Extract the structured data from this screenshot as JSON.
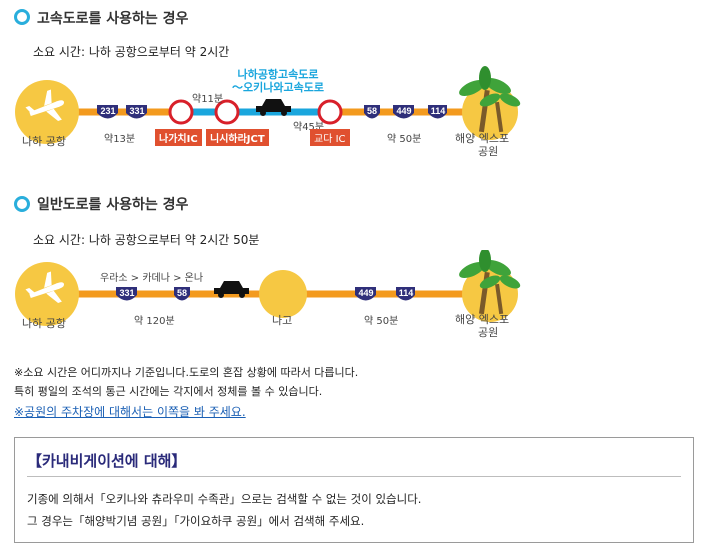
{
  "highway": {
    "title": "고속도로를 사용하는 경우",
    "time": "소요 시간: 나하 공항으로부터 약 2시간",
    "origin": "나하 공항",
    "dest_line1": "해양 엑스포",
    "dest_line2": "공원",
    "route_roads_left": [
      "231",
      "331"
    ],
    "route_roads_right": [
      "58",
      "449",
      "114"
    ],
    "time_left": "약13분",
    "time_top": "약11분",
    "time_mid": "약45분",
    "time_right": "약 50분",
    "expressway_line1": "나하공항고속도로",
    "expressway_line2": "〜오키나와고속도로",
    "ic_labels": [
      "나가치IC",
      "니시하라JCT",
      "교다 IC"
    ]
  },
  "general": {
    "title": "일반도로를 사용하는 경우",
    "time": "소요 시간: 나하 공항으로부터 약 2시간 50분",
    "origin": "나하 공항",
    "via": "우라소 > 카데나 > 온나",
    "route_roads_left": [
      "331",
      "58"
    ],
    "route_roads_right": [
      "449",
      "114"
    ],
    "time_left": "약 120분",
    "time_right": "약 50분",
    "waypoint": "나고",
    "dest_line1": "해양 엑스포",
    "dest_line2": "공원"
  },
  "notes": {
    "line1": "※소요 시간은 어디까지나 기준입니다.도로의 혼잡 상황에 따라서 다릅니다.",
    "line2": "특히 평일의 조석의 통근 시간에는 각지에서 정체를 볼 수 있습니다.",
    "parking_link": "※공원의 주차장에 대해서는 이쪽을 봐 주세요."
  },
  "car_nav": {
    "title": "【카내비게이션에 대해】",
    "line1": "기종에 의해서「오키나와 츄라우미 수족관」으로는 검색할 수 없는 것이 있습니다.",
    "line2": "그 경우는「해양박기념 공원」「가이요하쿠 공원」에서 검색해 주세요."
  },
  "colors": {
    "route_orange": "#f39a1e",
    "expressway_blue": "#1aa6dd",
    "circle_yellow": "#f6c843",
    "ic_red": "#e0502f",
    "shield_navy": "#2f2f7a"
  }
}
